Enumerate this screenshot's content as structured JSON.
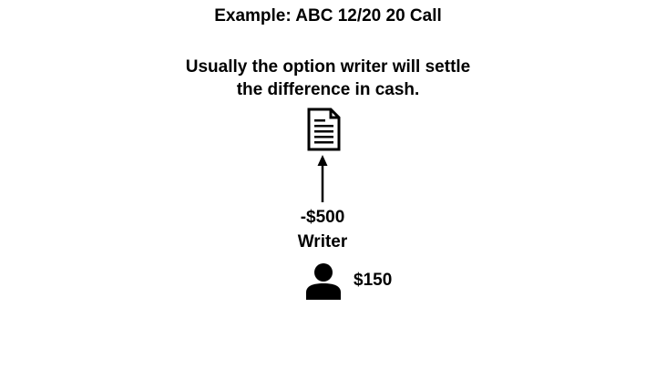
{
  "slide": {
    "title": "Example: ABC 12/20 20 Call",
    "body_line_1": "Usually the option writer will settle",
    "body_line_2": "the difference in cash."
  },
  "diagram": {
    "document": {
      "icon": "document-icon"
    },
    "arrow": {
      "icon": "arrow-up-icon"
    },
    "writer": {
      "amount": "-$500",
      "role": "Writer",
      "icon": "person-icon",
      "balance": "$150"
    }
  }
}
